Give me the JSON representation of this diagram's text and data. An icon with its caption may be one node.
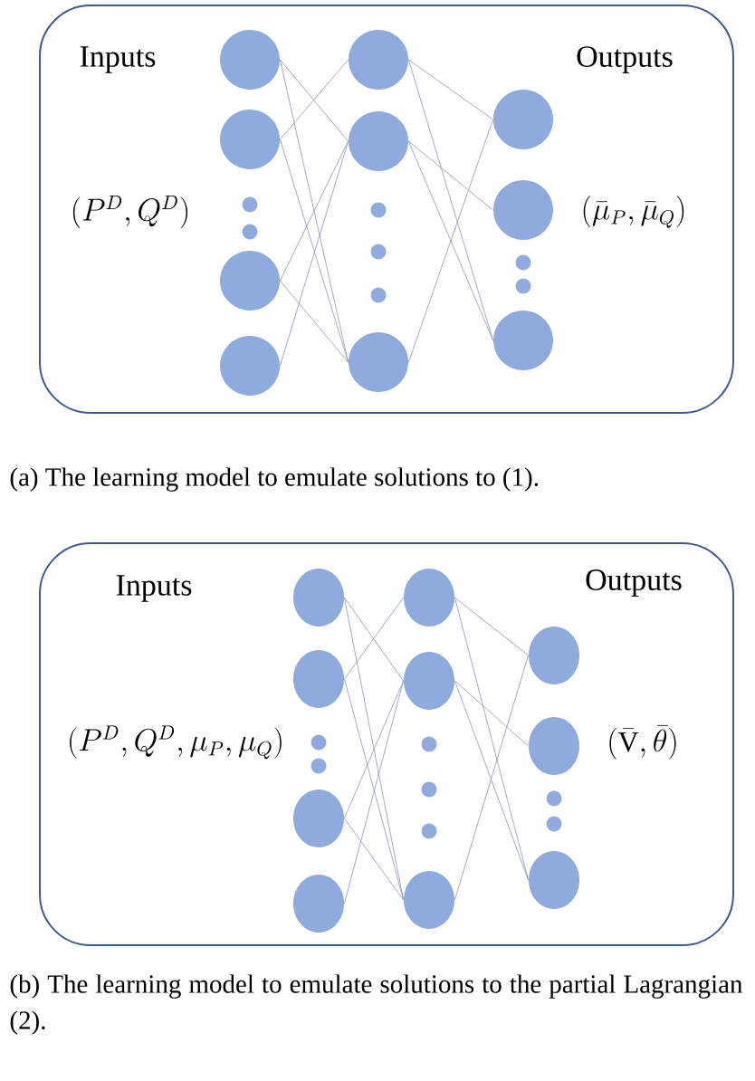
{
  "diagram": {
    "nodes": [
      {
        "text": [],
        "shape": "box"
      },
      {
        "text": [],
        "shape": "circle",
        "in": 0
      },
      {
        "text": [],
        "shape": "circle",
        "in": 0
      },
      {
        "text": [],
        "shape": "circle",
        "in": 0
      },
      {
        "text": [],
        "shape": "circle",
        "in": 0
      },
      {
        "text": [],
        "shape": "circle",
        "in": 0
      },
      {
        "text": [],
        "shape": "circle",
        "in": 0
      },
      {
        "text": [],
        "shape": "circle",
        "in": 0
      },
      {
        "text": [],
        "shape": "circle",
        "in": 0
      },
      {
        "text": [],
        "shape": "circle",
        "in": 0
      },
      {
        "text": [],
        "shape": "circle",
        "in": 0
      },
      {
        "text": [],
        "shape": "box"
      },
      {
        "text": [],
        "shape": "circle",
        "in": 11
      },
      {
        "text": [],
        "shape": "circle",
        "in": 11
      },
      {
        "text": [],
        "shape": "circle",
        "in": 11
      },
      {
        "text": [],
        "shape": "circle",
        "in": 11
      },
      {
        "text": [],
        "shape": "circle",
        "in": 11
      },
      {
        "text": [],
        "shape": "circle",
        "in": 11
      },
      {
        "text": [],
        "shape": "circle",
        "in": 11
      },
      {
        "text": [],
        "shape": "circle",
        "in": 11
      },
      {
        "text": [],
        "shape": "circle",
        "in": 11
      },
      {
        "text": [],
        "shape": "circle",
        "in": 11
      }
    ],
    "edges": [
      {
        "from": 1,
        "to": 6,
        "arrow": "none"
      },
      {
        "from": 1,
        "to": 7,
        "arrow": "none"
      },
      {
        "from": 2,
        "to": 5,
        "arrow": "none"
      },
      {
        "from": 2,
        "to": 7,
        "arrow": "none"
      },
      {
        "from": 3,
        "to": 6,
        "arrow": "none"
      },
      {
        "from": 3,
        "to": 7,
        "arrow": "none"
      },
      {
        "from": 4,
        "to": 6,
        "arrow": "none"
      },
      {
        "from": 5,
        "to": 8,
        "arrow": "none"
      },
      {
        "from": 5,
        "to": 10,
        "arrow": "none"
      },
      {
        "from": 6,
        "to": 9,
        "arrow": "none"
      },
      {
        "from": 6,
        "to": 10,
        "arrow": "none"
      },
      {
        "from": 7,
        "to": 8,
        "arrow": "none"
      },
      {
        "from": 12,
        "to": 17,
        "arrow": "none"
      },
      {
        "from": 12,
        "to": 18,
        "arrow": "none"
      },
      {
        "from": 13,
        "to": 16,
        "arrow": "none"
      },
      {
        "from": 13,
        "to": 18,
        "arrow": "none"
      },
      {
        "from": 14,
        "to": 17,
        "arrow": "none"
      },
      {
        "from": 14,
        "to": 18,
        "arrow": "none"
      },
      {
        "from": 15,
        "to": 17,
        "arrow": "none"
      },
      {
        "from": 16,
        "to": 19,
        "arrow": "none"
      },
      {
        "from": 16,
        "to": 21,
        "arrow": "none"
      },
      {
        "from": 17,
        "to": 20,
        "arrow": "none"
      },
      {
        "from": 17,
        "to": 21,
        "arrow": "none"
      },
      {
        "from": 18,
        "to": 19,
        "arrow": "none"
      }
    ],
    "labels": [
      "Inputs",
      "(P^D, Q^D)",
      "Outputs",
      "(\\bar{\\mu}_P, \\bar{\\mu}_Q)",
      "(a) The learning model to emulate solutions to (1).",
      "Inputs",
      "(P^D, Q^D, \\mu_P, \\mu_Q)",
      "Outputs",
      "(\\bar{\\mathrm{V}}, \\bar{\\theta})",
      "(b) The learning model to emulate solutions to the partial Lagrangian (2)."
    ]
  }
}
